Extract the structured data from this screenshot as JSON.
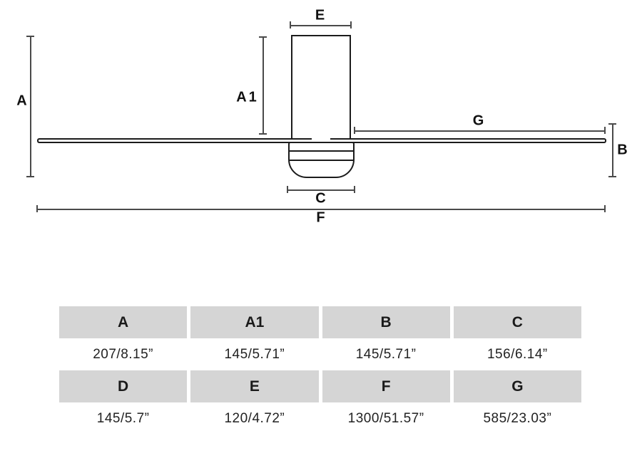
{
  "diagram": {
    "labels": {
      "A": "A",
      "A1": "A1",
      "B": "B",
      "C": "C",
      "E": "E",
      "F": "F",
      "G": "G"
    }
  },
  "table": {
    "rows": [
      {
        "headers": [
          "A",
          "A1",
          "B",
          "C"
        ],
        "values": [
          "207/8.15”",
          "145/5.71”",
          "145/5.71”",
          "156/6.14”"
        ]
      },
      {
        "headers": [
          "D",
          "E",
          "F",
          "G"
        ],
        "values": [
          "145/5.7”",
          "120/4.72”",
          "1300/51.57”",
          "585/23.03”"
        ]
      }
    ]
  },
  "colors": {
    "outline": "#1b1b1b",
    "dimension_line": "#4a4a4a",
    "table_header_bg": "#d5d5d5",
    "text": "#1d1d1d"
  }
}
